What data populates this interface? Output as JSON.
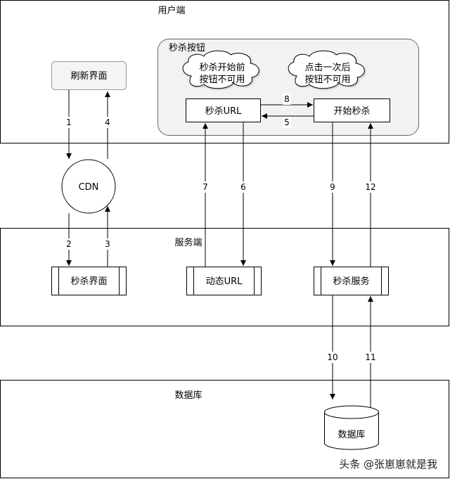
{
  "zones": {
    "client": "用户端",
    "server": "服务端",
    "database": "数据库"
  },
  "group": {
    "seckill_button": "秒杀按钮"
  },
  "clouds": {
    "before_start": [
      "秒杀开始前",
      "按钮不可用"
    ],
    "after_click": [
      "点击一次后",
      "按钮不可用"
    ]
  },
  "nodes": {
    "refresh_page": "刷新界面",
    "cdn": "CDN",
    "seckill_url": "秒杀URL",
    "start_seckill": "开始秒杀",
    "seckill_page": "秒杀界面",
    "dynamic_url": "动态URL",
    "seckill_service": "秒杀服务",
    "db": "数据库"
  },
  "steps": {
    "s1": "1",
    "s2": "2",
    "s3": "3",
    "s4": "4",
    "s5": "5",
    "s6": "6",
    "s7": "7",
    "s8": "8",
    "s9": "9",
    "s10": "10",
    "s11": "11",
    "s12": "12"
  },
  "watermark": "头条 @张崽崽就是我"
}
